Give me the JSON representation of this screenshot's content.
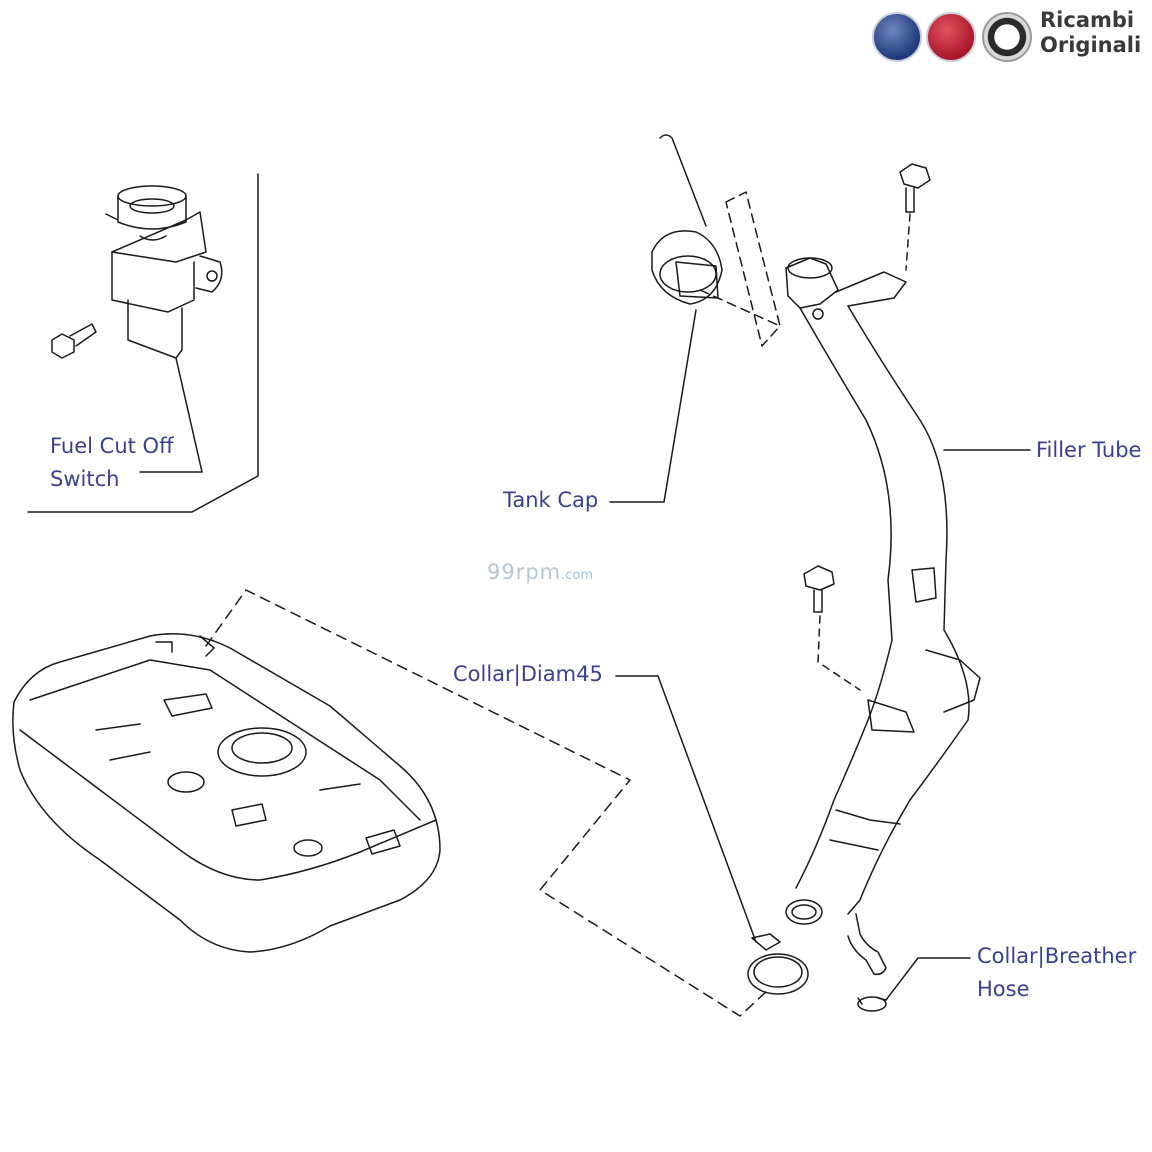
{
  "brand": {
    "line1": "Ricambi",
    "line2": "Originali",
    "logos": [
      "lancia-badge",
      "fiat-badge",
      "alfa-romeo-badge"
    ]
  },
  "watermark": {
    "main": "99rpm",
    "suffix": ".com"
  },
  "labels": {
    "fuel_cut_off_line1": "Fuel Cut Off",
    "fuel_cut_off_line2": "Switch",
    "tank_cap": "Tank Cap",
    "filler_tube": "Filler Tube",
    "collar_diam45": "Collar|Diam45",
    "collar_breather_line1": "Collar|Breather",
    "collar_breather_line2": "Hose"
  },
  "colors": {
    "label_text": "#3b3f92",
    "line_art": "#1a1a1a",
    "lancia_blue": "#1f3a7a",
    "fiat_red": "#a8172a",
    "alfa_red": "#b01f24"
  }
}
